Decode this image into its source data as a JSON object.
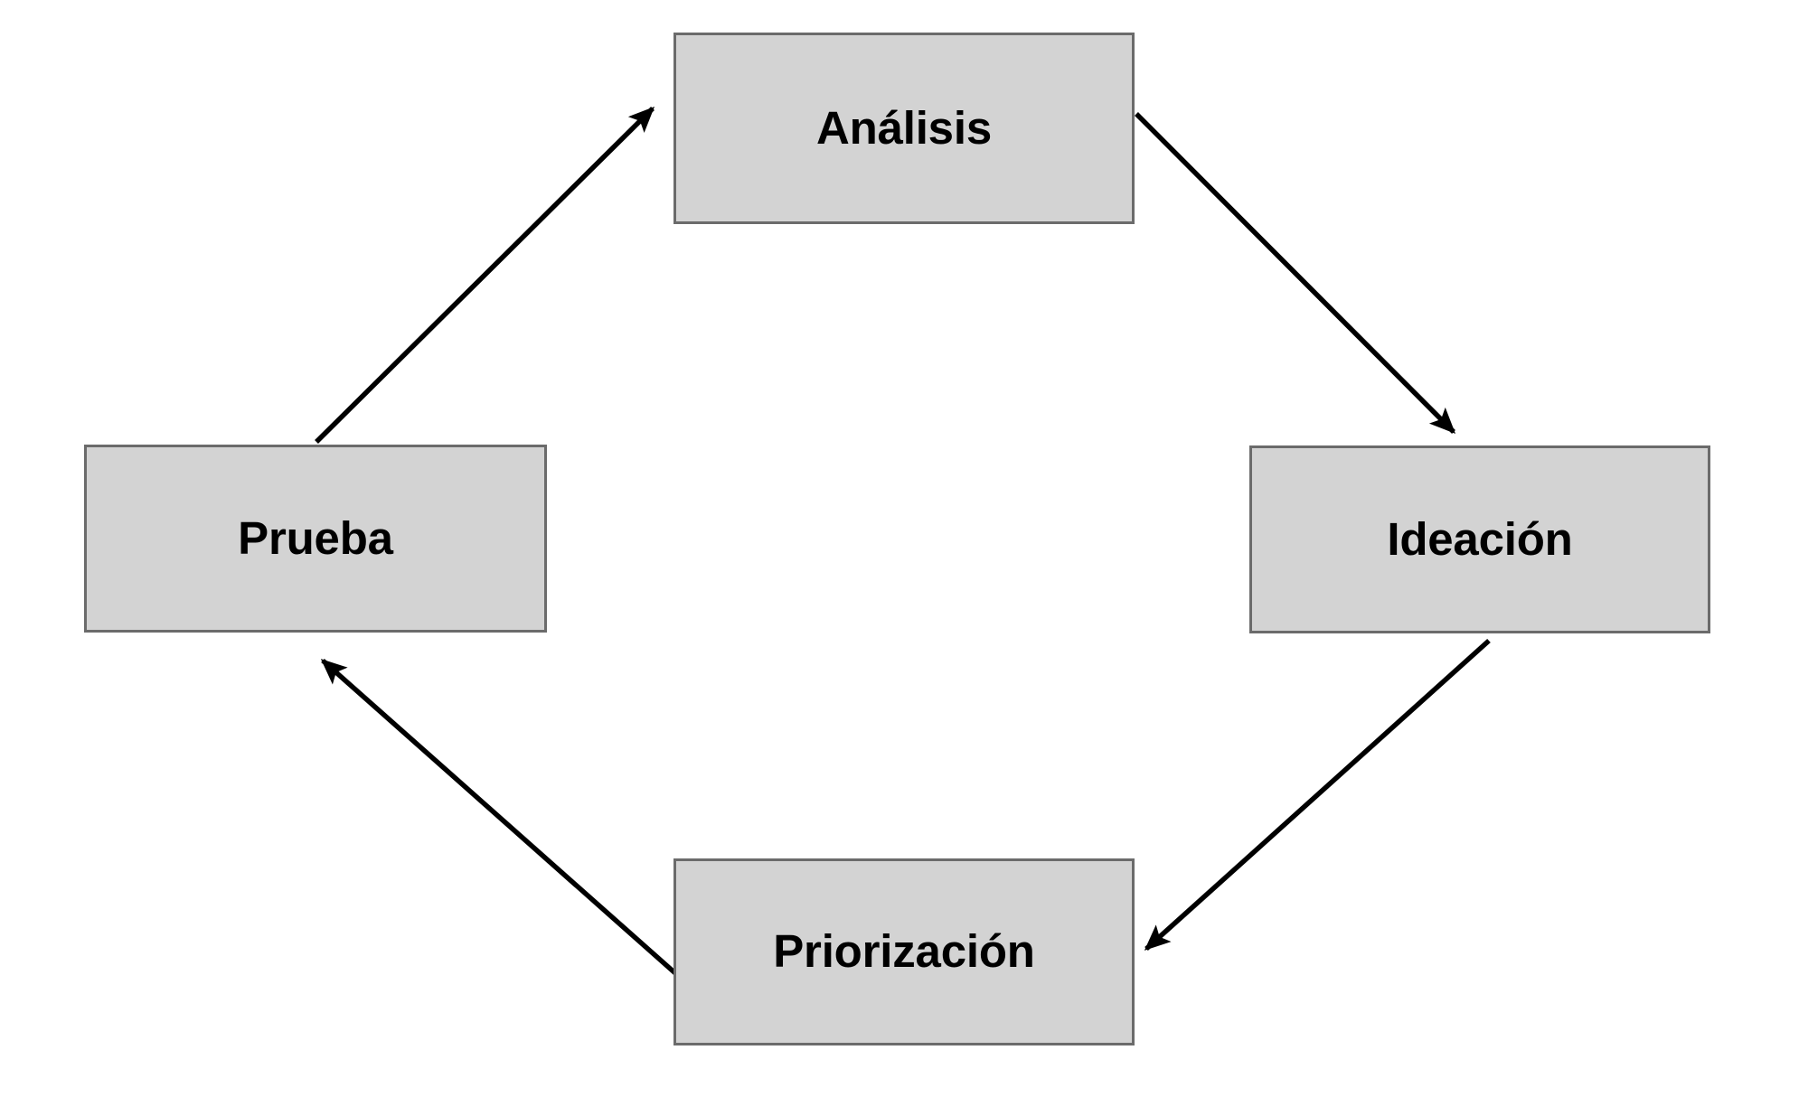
{
  "diagram": {
    "title": "",
    "background_color": "#ffffff",
    "node_fill_color": "#d3d3d3",
    "node_border_color": "#6b6b6b",
    "arrow_color": "#000000",
    "text_color": "#000000",
    "nodes": [
      {
        "id": "analisis",
        "label": "Análisis"
      },
      {
        "id": "ideacion",
        "label": "Ideación"
      },
      {
        "id": "priorizacion",
        "label": "Priorización"
      },
      {
        "id": "prueba",
        "label": "Prueba"
      }
    ],
    "edges": [
      {
        "from": "analisis",
        "to": "ideacion",
        "label": "",
        "arrowhead": "end"
      },
      {
        "from": "ideacion",
        "to": "priorizacion",
        "label": "",
        "arrowhead": "end"
      },
      {
        "from": "priorizacion",
        "to": "prueba",
        "label": "",
        "arrowhead": "end"
      },
      {
        "from": "prueba",
        "to": "analisis",
        "label": "",
        "arrowhead": "end"
      }
    ]
  }
}
